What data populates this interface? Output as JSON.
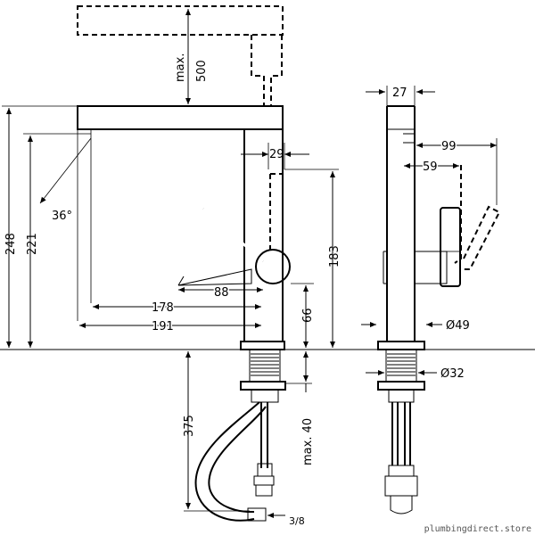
{
  "dimensions": {
    "max_label": "max.",
    "max_500": "500",
    "d27": "27",
    "d99": "99",
    "d59": "59",
    "d29": "29",
    "angle": "36°",
    "d248": "248",
    "d221": "221",
    "d183": "183",
    "d88": "88",
    "d178": "178",
    "d191": "191",
    "d66": "66",
    "dia49": "Ø49",
    "dia32": "Ø32",
    "d375": "375",
    "max40": "max. 40",
    "thread": "3/8"
  },
  "watermark": "plumbingdirect.store"
}
